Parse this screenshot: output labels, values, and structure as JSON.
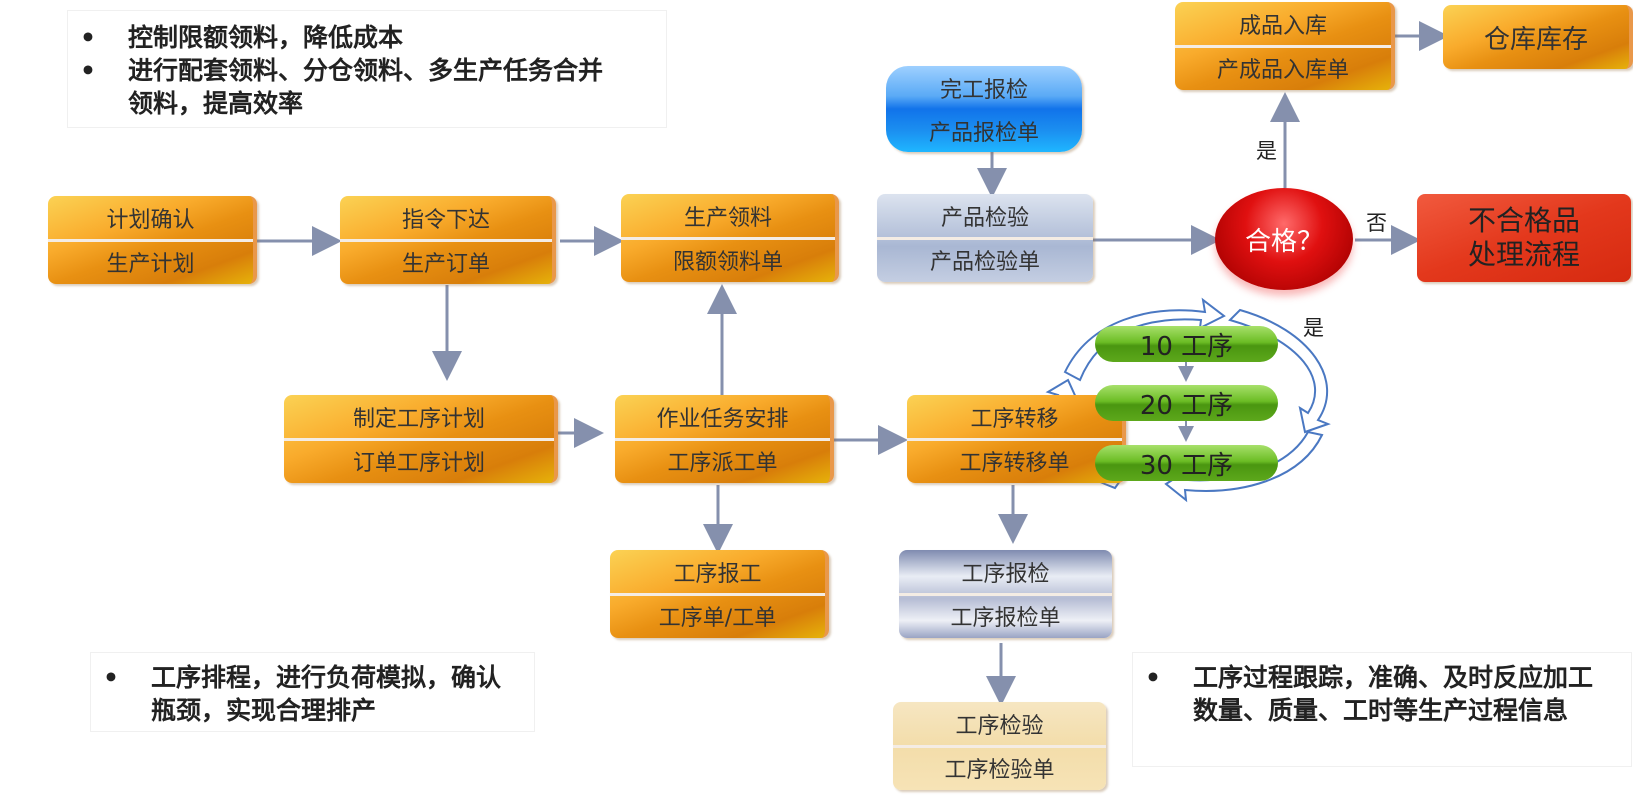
{
  "notes": {
    "top_left": [
      "控制限额领料，降低成本",
      "进行配套领料、分仓领料、多生产任务合并领料，提高效率"
    ],
    "bottom_left": [
      "工序排程，进行负荷模拟，确认瓶颈，实现合理排产"
    ],
    "bottom_right": [
      "工序过程跟踪，准确、及时反应加工数量、质量、工时等生产过程信息"
    ]
  },
  "nodes": {
    "plan_confirm": {
      "top": "计划确认",
      "bottom": "生产计划"
    },
    "order_issue": {
      "top": "指令下达",
      "bottom": "生产订单"
    },
    "material_pick": {
      "top": "生产领料",
      "bottom": "限额领料单"
    },
    "completion_report": {
      "top": "完工报检",
      "bottom": "产品报检单"
    },
    "product_inspect": {
      "top": "产品检验",
      "bottom": "产品检验单"
    },
    "finished_storage": {
      "top": "成品入库",
      "bottom": "产成品入库单"
    },
    "warehouse_stock": {
      "label": "仓库库存"
    },
    "qualified_decision": {
      "label": "合格？"
    },
    "nonconforming": {
      "line1": "不合格品",
      "line2": "处理流程"
    },
    "process_plan": {
      "top": "制定工序计划",
      "bottom": "订单工序计划"
    },
    "task_arrange": {
      "top": "作业任务安排",
      "bottom": "工序派工单"
    },
    "process_transfer": {
      "top": "工序转移",
      "bottom": "工序转移单"
    },
    "process_report": {
      "top": "工序报工",
      "bottom": "工序单/工单"
    },
    "process_report_inspect": {
      "top": "工序报检",
      "bottom": "工序报检单"
    },
    "process_inspect": {
      "top": "工序检验",
      "bottom": "工序检验单"
    }
  },
  "operations": [
    "10 工序",
    "20 工序",
    "30 工序"
  ],
  "labels": {
    "yes_top": "是",
    "no": "否",
    "yes_cycle": "是"
  },
  "bullet": "•"
}
